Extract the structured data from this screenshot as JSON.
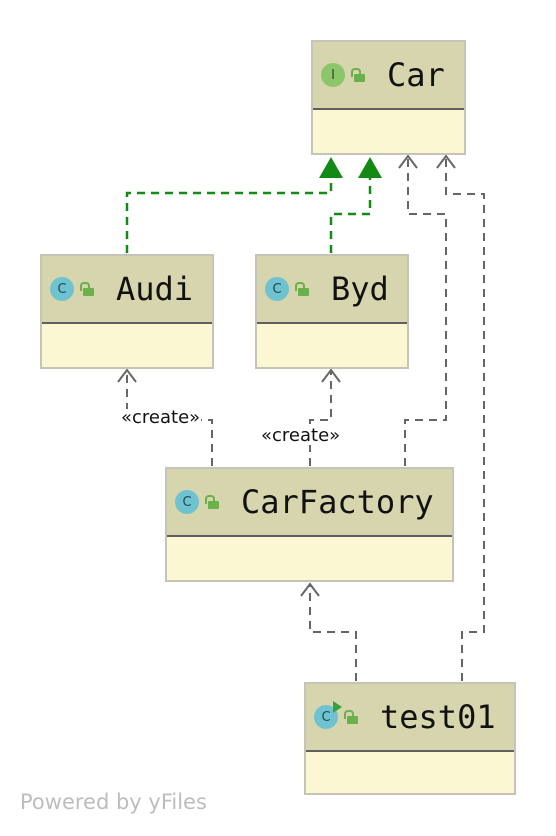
{
  "nodes": {
    "car": {
      "name": "Car",
      "badge": "I"
    },
    "audi": {
      "name": "Audi",
      "badge": "C"
    },
    "byd": {
      "name": "Byd",
      "badge": "C"
    },
    "carfactory": {
      "name": "CarFactory",
      "badge": "C"
    },
    "test01": {
      "name": "test01",
      "badge": "C"
    }
  },
  "edge_labels": {
    "audi_create": "«create»",
    "byd_create": "«create»"
  },
  "colors": {
    "implements": "#138a13",
    "dependency": "#666666",
    "header": "#d6d5ad",
    "body": "#fbf7d2"
  },
  "footer": "Powered by yFiles"
}
